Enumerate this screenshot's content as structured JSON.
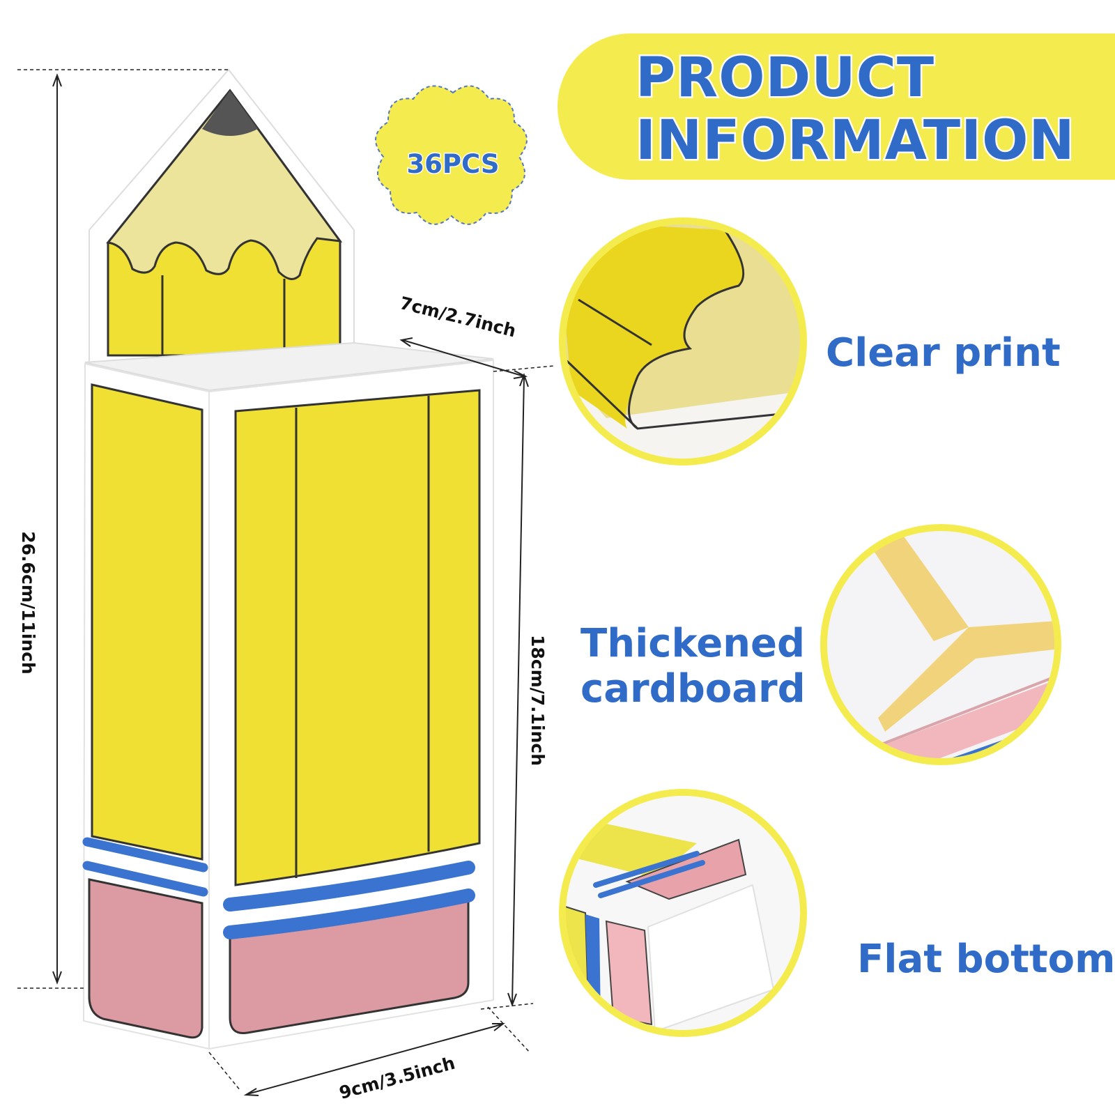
{
  "badge": {
    "text": "36PCS"
  },
  "banner": {
    "line1": "PRODUCT",
    "line2": "INFORMATION"
  },
  "dimensions": {
    "total_height": "26.6cm/11inch",
    "box_height": "18cm/7.1inch",
    "depth": "7cm/2.7inch",
    "width": "9cm/3.5inch"
  },
  "features": [
    {
      "lines": [
        "Clear print"
      ],
      "icon": "pencil-top-closeup-icon"
    },
    {
      "lines": [
        "Thickened",
        "cardboard"
      ],
      "icon": "cardboard-corner-closeup-icon"
    },
    {
      "lines": [
        "Flat bottom"
      ],
      "icon": "flat-bottom-closeup-icon"
    }
  ],
  "colors": {
    "banner_yellow": "#f4ec4f",
    "text_blue": "#2f6bc7",
    "pencil_yellow": "#efe033",
    "eraser_pink": "#dc9aa3",
    "band_blue": "#3a73d0"
  }
}
